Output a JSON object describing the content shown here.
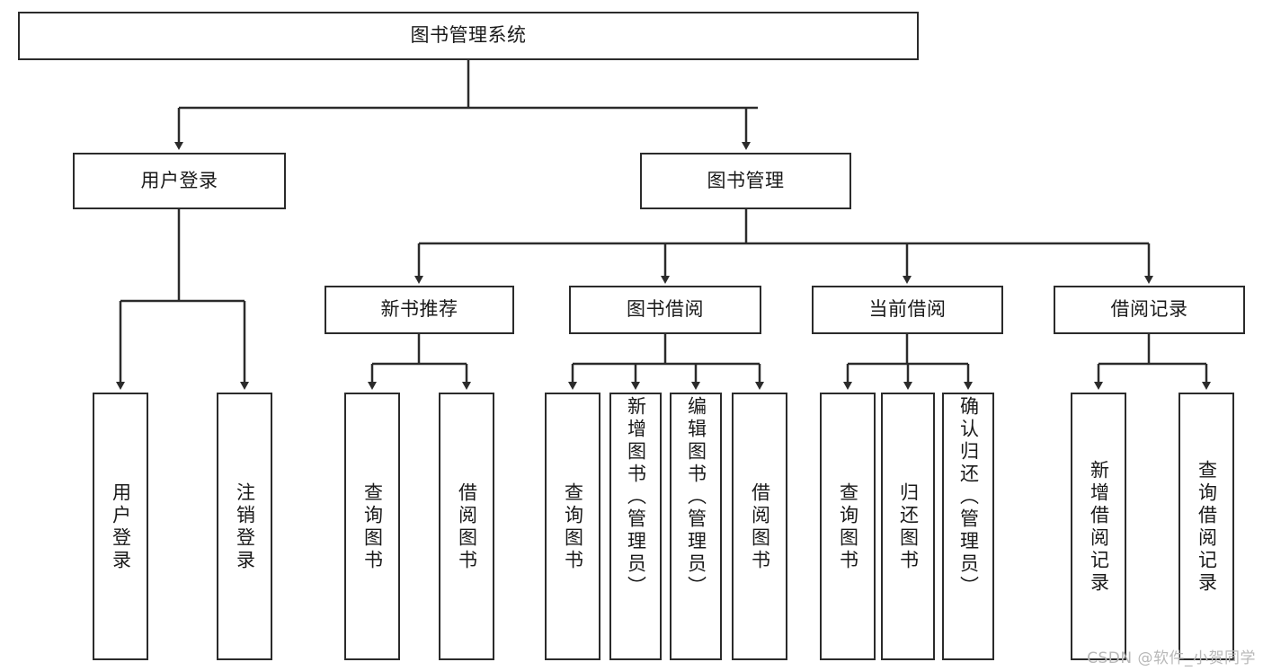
{
  "diagram": {
    "type": "tree-hierarchy",
    "title": "图书管理系统",
    "watermark": "CSDN @软件_小贺同学",
    "colors": {
      "stroke": "#2b2b2b",
      "fill": "#ffffff",
      "text": "#1a1a1a",
      "watermark": "#b8b8b8"
    },
    "levels": {
      "root": {
        "label": "图书管理系统"
      },
      "level2": [
        {
          "label": "用户登录"
        },
        {
          "label": "图书管理"
        }
      ],
      "level3": [
        {
          "label": "新书推荐"
        },
        {
          "label": "图书借阅"
        },
        {
          "label": "当前借阅"
        },
        {
          "label": "借阅记录"
        }
      ],
      "leaves": {
        "user_login": [
          {
            "label": "用户登录"
          },
          {
            "label": "注销登录"
          }
        ],
        "new_book_rec": [
          {
            "label": "查询图书"
          },
          {
            "label": "借阅图书"
          }
        ],
        "book_borrow": [
          {
            "label": "查询图书"
          },
          {
            "label": "新增图书（管理员）"
          },
          {
            "label": "编辑图书（管理员）"
          },
          {
            "label": "借阅图书"
          }
        ],
        "current_borrow": [
          {
            "label": "查询图书"
          },
          {
            "label": "归还图书"
          },
          {
            "label": "确认归还（管理员）"
          }
        ],
        "borrow_record": [
          {
            "label": "新增借阅记录"
          },
          {
            "label": "查询借阅记录"
          }
        ]
      }
    }
  }
}
